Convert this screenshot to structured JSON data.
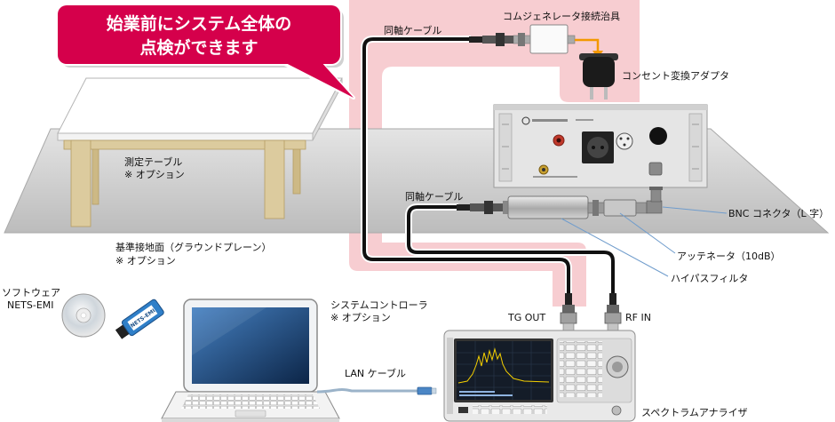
{
  "callout": {
    "line1": "始業前にシステム全体の",
    "line2": "点検ができます"
  },
  "labels": {
    "coax_cable_top": "同軸ケーブル",
    "comb_generator_jig": "コムジェネレータ接続治具",
    "outlet_adapter": "コンセント変換アダプタ",
    "measurement_table": {
      "line1": "測定テーブル",
      "line2": "※ オプション"
    },
    "coax_cable_mid": "同軸ケーブル",
    "bnc_connector": "BNC コネクタ（L 字）",
    "attenuator": "アッテネータ（10dB）",
    "highpass_filter": "ハイパスフィルタ",
    "ground_plane": {
      "line1": "基準接地面（グラウンドプレーン）",
      "line2": "※ オプション"
    },
    "software": {
      "line1": "ソフトウェア",
      "line2": "NETS-EMI"
    },
    "system_controller": {
      "line1": "システムコントローラ",
      "line2": "※ オプション"
    },
    "tg_out": "TG OUT",
    "rf_in": "RF IN",
    "lan_cable": "LAN ケーブル",
    "spectrum_analyzer": "スペクトラムアナライザ"
  },
  "usb_stick_label": "NETS-EMI",
  "colors": {
    "callout": "#d5004b",
    "check_path_highlight": "#f7cdd1",
    "orange_arrow": "#f39800",
    "leader_line": "#6f9ccc",
    "cable": "#111111"
  }
}
